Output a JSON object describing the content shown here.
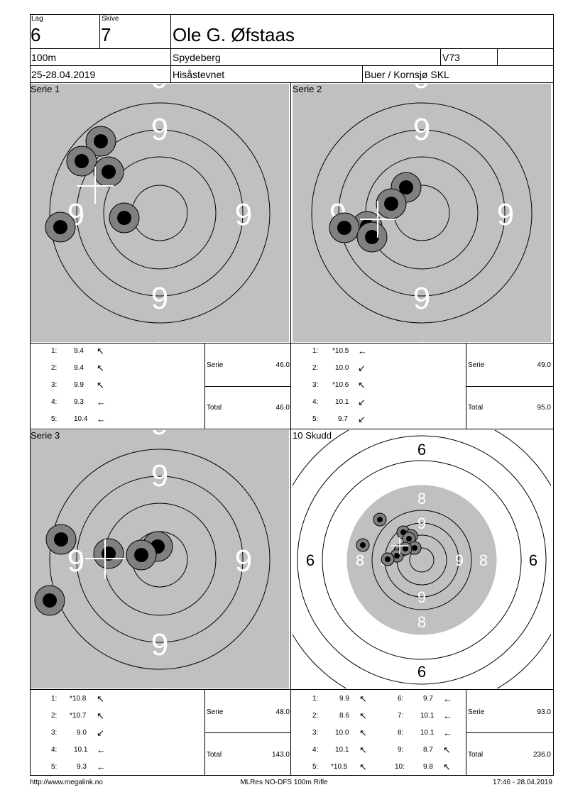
{
  "header": {
    "lag_label": "Lag",
    "lag_value": "6",
    "skive_label": "Skive",
    "skive_value": "7",
    "shooter_name": "Ole G. Øfstaas",
    "distance": "100m",
    "location": "Spydeberg",
    "class_code": "V73",
    "date": "25-28.04.2019",
    "event": "Hisåstevnet",
    "club": "Buer / Kornsjø SKL"
  },
  "panels": [
    {
      "title": "Serie 1",
      "ring_labels": [
        "9",
        "9",
        "9",
        "9"
      ],
      "shots": [
        {
          "n": "1:",
          "score": "9.4",
          "dir": "↖"
        },
        {
          "n": "2:",
          "score": "9.4",
          "dir": "↖"
        },
        {
          "n": "3:",
          "score": "9.9",
          "dir": "↖"
        },
        {
          "n": "4:",
          "score": "9.3",
          "dir": "←"
        },
        {
          "n": "5:",
          "score": "10.4",
          "dir": "←"
        }
      ],
      "serie_label": "Serie",
      "serie_value": "46.0",
      "total_label": "Total",
      "total_value": "46.0"
    },
    {
      "title": "Serie 2",
      "ring_labels": [
        "9",
        "9",
        "9",
        "9"
      ],
      "shots": [
        {
          "n": "1:",
          "score": "*10.5",
          "dir": "←"
        },
        {
          "n": "2:",
          "score": "10.0",
          "dir": "↙"
        },
        {
          "n": "3:",
          "score": "*10.6",
          "dir": "↖"
        },
        {
          "n": "4:",
          "score": "10.1",
          "dir": "↙"
        },
        {
          "n": "5:",
          "score": "9.7",
          "dir": "↙"
        }
      ],
      "serie_label": "Serie",
      "serie_value": "49.0",
      "total_label": "Total",
      "total_value": "95.0"
    },
    {
      "title": "Serie 3",
      "ring_labels": [
        "9",
        "9",
        "9",
        "9"
      ],
      "shots": [
        {
          "n": "1:",
          "score": "*10.8",
          "dir": "↖"
        },
        {
          "n": "2:",
          "score": "*10.7",
          "dir": "↖"
        },
        {
          "n": "3:",
          "score": "9.0",
          "dir": "↙"
        },
        {
          "n": "4:",
          "score": "10.1",
          "dir": "←"
        },
        {
          "n": "5:",
          "score": "9.3",
          "dir": "←"
        }
      ],
      "serie_label": "Serie",
      "serie_value": "48.0",
      "total_label": "Total",
      "total_value": "143.0"
    },
    {
      "title": "10 Skudd",
      "ring_labels": [
        "6",
        "7",
        "8",
        "9",
        "9",
        "8",
        "7",
        "6",
        "9",
        "8",
        "7",
        "6",
        "6",
        "7",
        "8",
        "9"
      ],
      "shots": [
        {
          "n": "1:",
          "score": "9.9",
          "dir": "↖"
        },
        {
          "n": "2:",
          "score": "8.6",
          "dir": "↖"
        },
        {
          "n": "3:",
          "score": "10.0",
          "dir": "↖"
        },
        {
          "n": "4:",
          "score": "10.1",
          "dir": "↖"
        },
        {
          "n": "5:",
          "score": "*10.5",
          "dir": "↖"
        },
        {
          "n": "6:",
          "score": "9.7",
          "dir": "←"
        },
        {
          "n": "7:",
          "score": "10.1",
          "dir": "←"
        },
        {
          "n": "8:",
          "score": "10.1",
          "dir": "←"
        },
        {
          "n": "9:",
          "score": "8.7",
          "dir": "↖"
        },
        {
          "n": "10:",
          "score": "9.8",
          "dir": "↖"
        }
      ],
      "serie_label": "Serie",
      "serie_value": "93.0",
      "total_label": "Total",
      "total_value": "236.0"
    }
  ],
  "footer": {
    "left": "http://www.megalink.no",
    "center": "MLRes NO-DFS 100m Rifle",
    "right": "17:46 - 28.04.2019"
  }
}
